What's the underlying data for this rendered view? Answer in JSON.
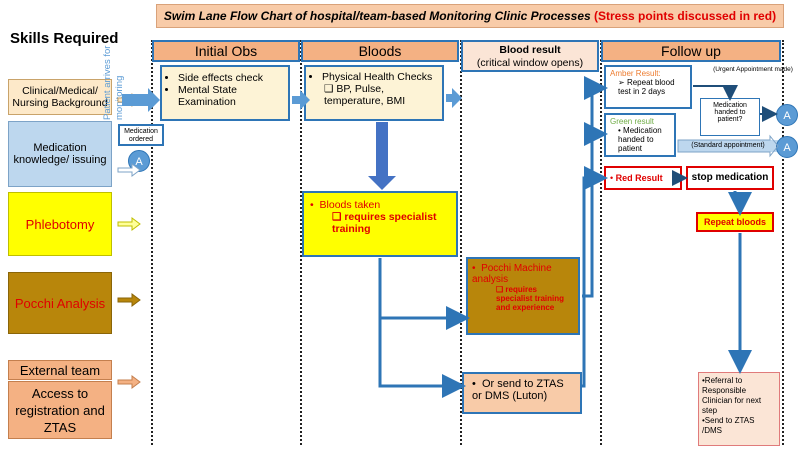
{
  "title": {
    "main": "Swim Lane Flow Chart of hospital/team-based Monitoring Clinic Processes",
    "note": "(Stress points discussed in red)"
  },
  "skills_heading": "Skills Required",
  "skills": [
    {
      "label": "Clinical/Medical/ Nursing Background",
      "color": "#fde9c9"
    },
    {
      "label": "Medication knowledge/ issuing",
      "color": "#bdd7ee"
    },
    {
      "label": "Phlebotomy",
      "color": "#ffff00"
    },
    {
      "label": "Pocchi Analysis",
      "color": "#b8860b"
    },
    {
      "label": "External team",
      "color": "#f4b183"
    },
    {
      "label": "Access to registration and ZTAS",
      "color": "#f4b183"
    }
  ],
  "patient_arrives": "Patient arrives for monitoring",
  "lanes": {
    "initial_obs": "Initial Obs",
    "bloods": "Bloods",
    "blood_result": "Blood result",
    "blood_result_sub": "(critical window opens)",
    "follow_up": "Follow up"
  },
  "initial_obs_items": [
    "Side effects check",
    "Mental State Examination"
  ],
  "medication_ordered": "Medication ordered",
  "connector_label": "A",
  "bloods_box": {
    "main": "Physical Health Checks",
    "sub": "BP, Pulse, temperature, BMI"
  },
  "bloods_taken": {
    "main": "Bloods taken",
    "sub": "requires specialist training"
  },
  "pocchi_box": {
    "main": "Pocchi Machine analysis",
    "sub": "requires specialist training and experience"
  },
  "ztas_box": "Or send to ZTAS or DMS (Luton)",
  "amber": {
    "label": "Amber",
    "result": "Result:",
    "text": "Repeat blood test in 2 days"
  },
  "urgent_note": "(Urgent Appointment made)",
  "med_handed_q": "Medication handed to patient?",
  "green": {
    "label": "Green result",
    "text": "Medication handed to patient"
  },
  "standard_note": "(Standard appointment)",
  "red_result": "Red Result",
  "stop_medication": "stop medication",
  "repeat_bloods": "Repeat bloods",
  "referral": {
    "line1": "•Referral to Responsible Clinician for next step",
    "line2": "•Send to ZTAS /DMS"
  }
}
